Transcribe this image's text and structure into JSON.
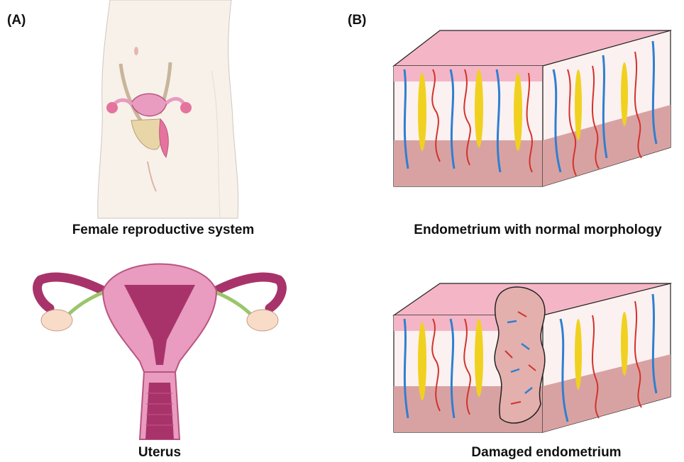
{
  "panels": {
    "a_label": "(A)",
    "b_label": "(B)"
  },
  "captions": {
    "female_system": "Female reproductive system",
    "uterus": "Uterus",
    "normal_endometrium": "Endometrium with normal morphology",
    "damaged_endometrium": "Damaged endometrium"
  },
  "colors": {
    "skin": "#f8f1ea",
    "uterus_pink": "#e99bc0",
    "uterus_dark": "#a8336a",
    "tube_green": "#9bc56a",
    "ovary": "#f8dcc8",
    "surface_pink": "#f4b6c6",
    "stroma": "#fbf1f0",
    "basal": "#d9a2a2",
    "vessel_blue": "#2f7fd0",
    "vessel_red": "#d3322c",
    "gland_yellow": "#f0d11f",
    "wound": "#e3b0ae"
  }
}
